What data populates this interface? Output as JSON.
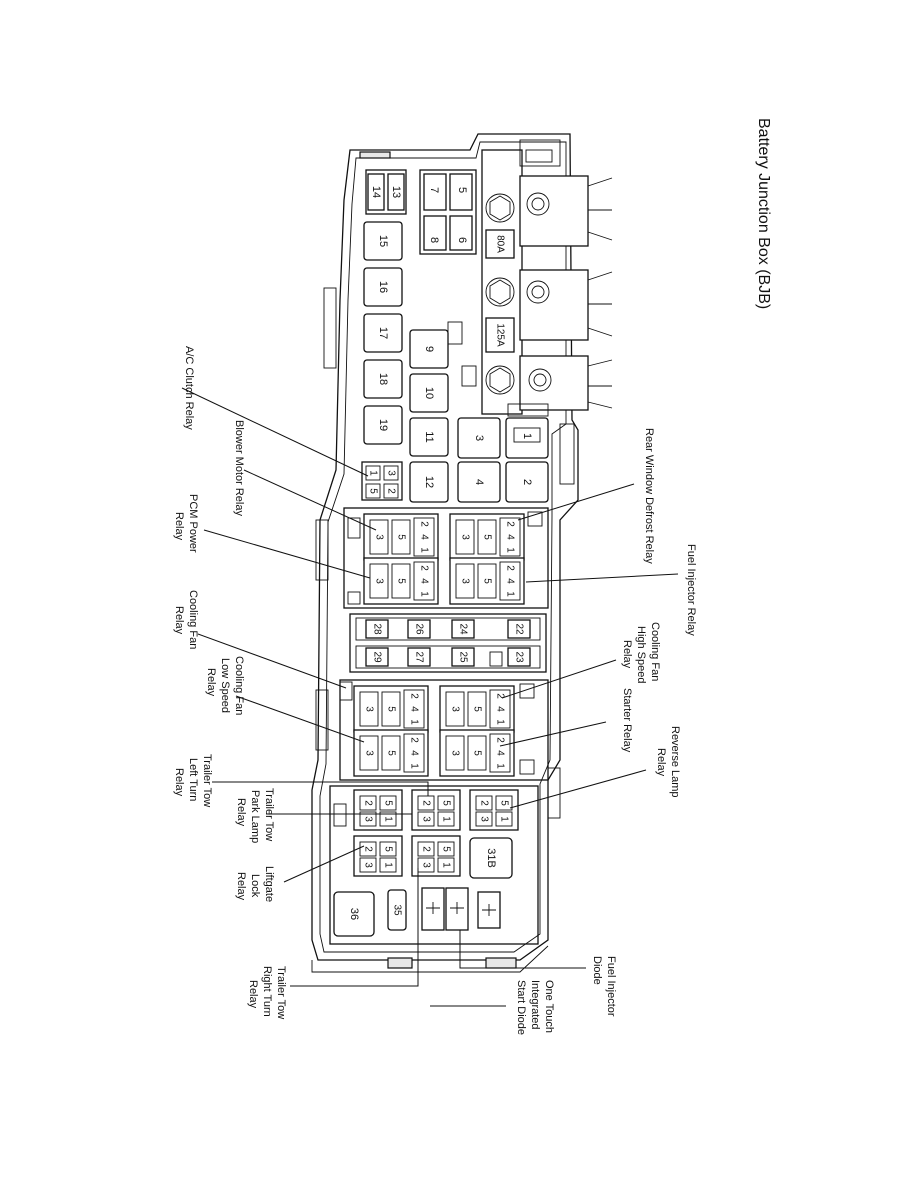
{
  "title": "Battery Junction Box (BJB)",
  "fuses": {
    "f1": "1",
    "f2": "2",
    "f3": "3",
    "f4": "4",
    "f5": "5",
    "f6": "6",
    "f7": "7",
    "f8": "8",
    "f9": "9",
    "f10": "10",
    "f11": "11",
    "f12": "12",
    "f13": "13",
    "f14": "14",
    "f15": "15",
    "f16": "16",
    "f17": "17",
    "f18": "18",
    "f19": "19",
    "f22": "22",
    "f23": "23",
    "f24": "24",
    "f25": "25",
    "f26": "26",
    "f27": "27",
    "f28": "28",
    "f29": "29",
    "f31b": "31B",
    "f35": "35",
    "f36": "36",
    "mega80": "80A",
    "mega125": "125A"
  },
  "pins": {
    "p1": "1",
    "p2": "2",
    "p3": "3",
    "p4": "4",
    "p5": "5"
  },
  "labels": {
    "ac_clutch": "A/C Clutch Relay",
    "blower": "Blower Motor Relay",
    "pcm_1": "PCM Power",
    "pcm_2": "Relay",
    "cfan_1": "Cooling Fan",
    "cfan_2": "Relay",
    "cfan_low_1": "Cooling Fan",
    "cfan_low_2": "Low Speed",
    "cfan_low_3": "Relay",
    "tt_left_1": "Trailer Tow",
    "tt_left_2": "Left Turn",
    "tt_left_3": "Relay",
    "tt_park_1": "Trailer Tow",
    "tt_park_2": "Park Lamp",
    "tt_park_3": "Relay",
    "liftgate_1": "Liftgate",
    "liftgate_2": "Lock",
    "liftgate_3": "Relay",
    "tt_right_1": "Trailer Tow",
    "tt_right_2": "Right Turn",
    "tt_right_3": "Relay",
    "rear_defrost": "Rear Window Defrost Relay",
    "fuel_injector": "Fuel Injector Relay",
    "cfan_high_1": "Cooling Fan",
    "cfan_high_2": "High Speed",
    "cfan_high_3": "Relay",
    "starter": "Starter Relay",
    "reverse_1": "Reverse Lamp",
    "reverse_2": "Relay",
    "diode_1": "Fuel Injector",
    "diode_2": "Diode",
    "onetouch_1": "One Touch",
    "onetouch_2": "Integrated",
    "onetouch_3": "Start Diode"
  }
}
